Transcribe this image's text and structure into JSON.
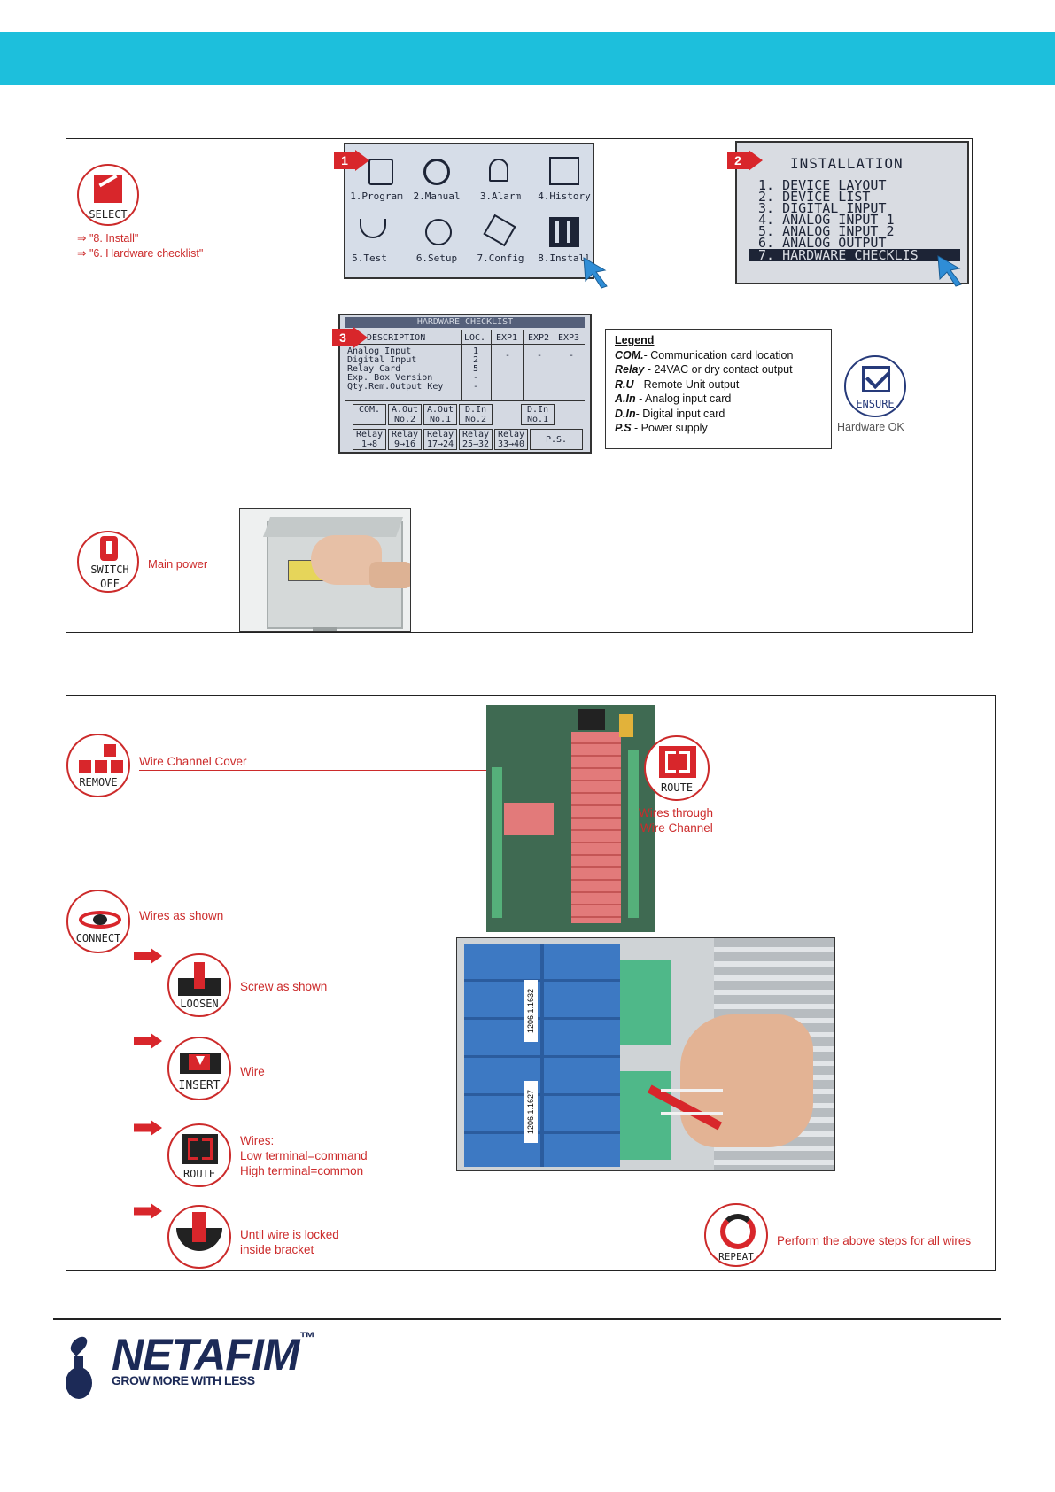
{
  "top_panel": {
    "select_icon_label": "SELECT",
    "select_steps": [
      "⇒ \"8. Install\"",
      "⇒ \"6. Hardware checklist\""
    ],
    "screen1": {
      "badge": "1",
      "menu": [
        "1.Program",
        "2.Manual",
        "3.Alarm",
        "4.History",
        "5.Test",
        "6.Setup",
        "7.Config",
        "8.Install"
      ]
    },
    "screen2": {
      "badge": "2",
      "title": "INSTALLATION",
      "items": [
        "1. DEVICE LAYOUT",
        "2. DEVICE LIST",
        "3. DIGITAL INPUT",
        "4. ANALOG INPUT 1",
        "5. ANALOG INPUT 2",
        "6. ANALOG OUTPUT",
        "7. HARDWARE CHECKLIS"
      ]
    },
    "screen3": {
      "badge": "3",
      "title": "HARDWARE CHECKLIST",
      "headers": [
        "DESCRIPTION",
        "LOC.",
        "EXP1",
        "EXP2",
        "EXP3"
      ],
      "rows": [
        "Analog Input",
        "Digital Input",
        "Relay Card",
        "Exp. Box Version",
        "Qty.Rem.Output Key"
      ],
      "loc_values": [
        "1",
        "2",
        "5",
        "-",
        "-"
      ],
      "exp_value": "-",
      "row2": [
        "COM.",
        "A.Out No.2",
        "A.Out No.1",
        "D.In No.2",
        "D.In No.1"
      ],
      "row3": [
        "Relay 1→8",
        "Relay 9→16",
        "Relay 17→24",
        "Relay 25→32",
        "Relay 33→40",
        "P.S."
      ]
    },
    "legend": {
      "title": "Legend",
      "entries": [
        {
          "key": "COM.",
          "text": "- Communication card location"
        },
        {
          "key": "Relay",
          "text": " - 24VAC or dry contact output"
        },
        {
          "key": "R.U",
          "text": " - Remote Unit output"
        },
        {
          "key": "A.In",
          "text": " - Analog input card"
        },
        {
          "key": "D.In",
          "text": "- Digital input card"
        },
        {
          "key": "P.S",
          "text": " - Power supply"
        }
      ]
    },
    "ensure_icon_label": "ENSURE",
    "ensure_caption": "Hardware OK",
    "switch_icon_label": "SWITCH OFF",
    "switch_caption": "Main power"
  },
  "bottom_panel": {
    "remove_label": "REMOVE",
    "remove_caption": "Wire Channel  Cover",
    "route_label": "ROUTE",
    "route_caption": [
      "Wires through",
      "Wire Channel"
    ],
    "connect_label": "CONNECT",
    "connect_caption": "Wires as shown",
    "loosen_label": "LOOSEN",
    "loosen_caption": "Screw as shown",
    "insert_label": "INSERT",
    "insert_caption": "Wire",
    "route2_label": "ROUTE",
    "route2_caption": [
      "Wires:",
      "Low terminal=command",
      "High terminal=common"
    ],
    "screw_label": "SCREW",
    "screw_caption": [
      "Until wire is locked",
      "inside bracket"
    ],
    "repeat_label": "REPEAT",
    "repeat_caption": "Perform  the above  steps for all wires",
    "relay_label_1": "1206.1.1632",
    "relay_label_2": "1206.1.1627"
  },
  "footer": {
    "brand": "NETAFIM",
    "tm": "™",
    "tagline": "GROW MORE WITH LESS"
  },
  "colors": {
    "band": "#1dbfdc",
    "accent_red": "#cc2b2b",
    "brand_navy": "#1c2a57"
  }
}
